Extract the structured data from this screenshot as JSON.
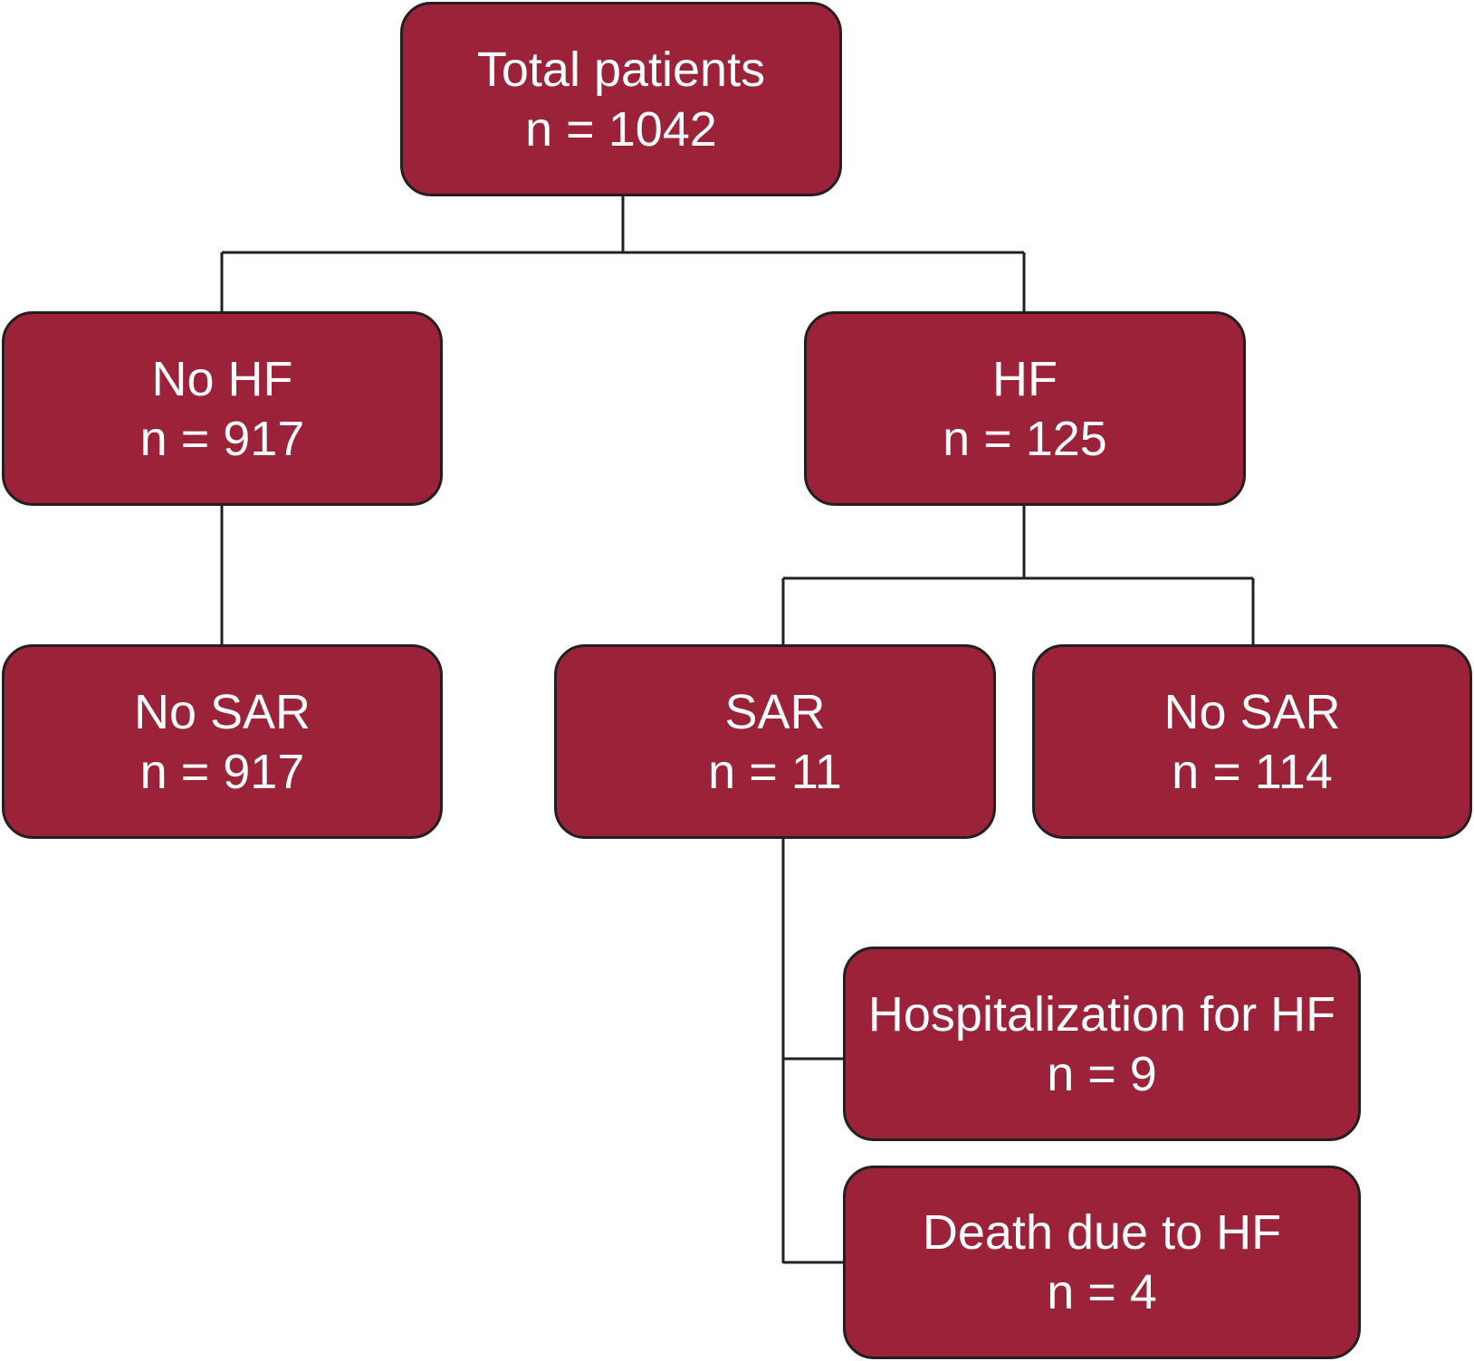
{
  "colors": {
    "box_fill": "#9b2238",
    "box_border": "#231f20",
    "text": "#ffffff",
    "connector": "#231f20"
  },
  "nodes": {
    "total": {
      "label": "Total patients",
      "count": "n = 1042"
    },
    "no_hf": {
      "label": "No HF",
      "count": "n = 917"
    },
    "hf": {
      "label": "HF",
      "count": "n = 125"
    },
    "no_sar_left": {
      "label": "No SAR",
      "count": "n = 917"
    },
    "sar": {
      "label": "SAR",
      "count": "n = 11"
    },
    "no_sar_right": {
      "label": "No SAR",
      "count": "n = 114"
    },
    "hospitalization": {
      "label": "Hospitalization for HF",
      "count": "n = 9"
    },
    "death": {
      "label": "Death due to HF",
      "count": "n = 4"
    }
  }
}
